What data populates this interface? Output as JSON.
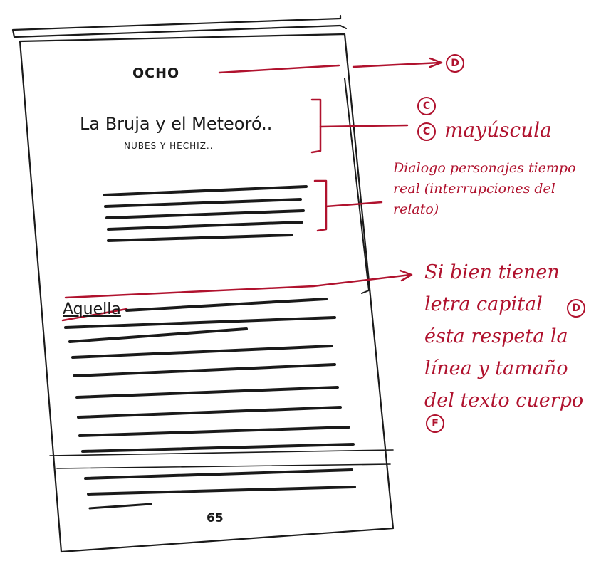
{
  "page": {
    "chapter_title": "OCHO",
    "story_title": "La Bruja y el Meteoró..",
    "subtitle": "NUBES Y HECHIZ..",
    "drop_word": "Aquella",
    "page_number": "65"
  },
  "annotations": {
    "mark_d_top": "D",
    "mark_c_title": "C",
    "mark_c_caps": "C",
    "caps_note": "mayúscula",
    "dialog_note": [
      "Dialogo personajes tiempo",
      "real (interrupciones del",
      "relato)"
    ],
    "capital_note": [
      "Si bien tienen",
      "letra capital",
      "ésta respeta la",
      "línea y tamaño",
      "del texto cuerpo"
    ],
    "mark_d_capital": "D",
    "mark_f": "F"
  },
  "colors": {
    "ink": "#1a1a1a",
    "annotation": "#b0122e",
    "paper": "#ffffff"
  }
}
